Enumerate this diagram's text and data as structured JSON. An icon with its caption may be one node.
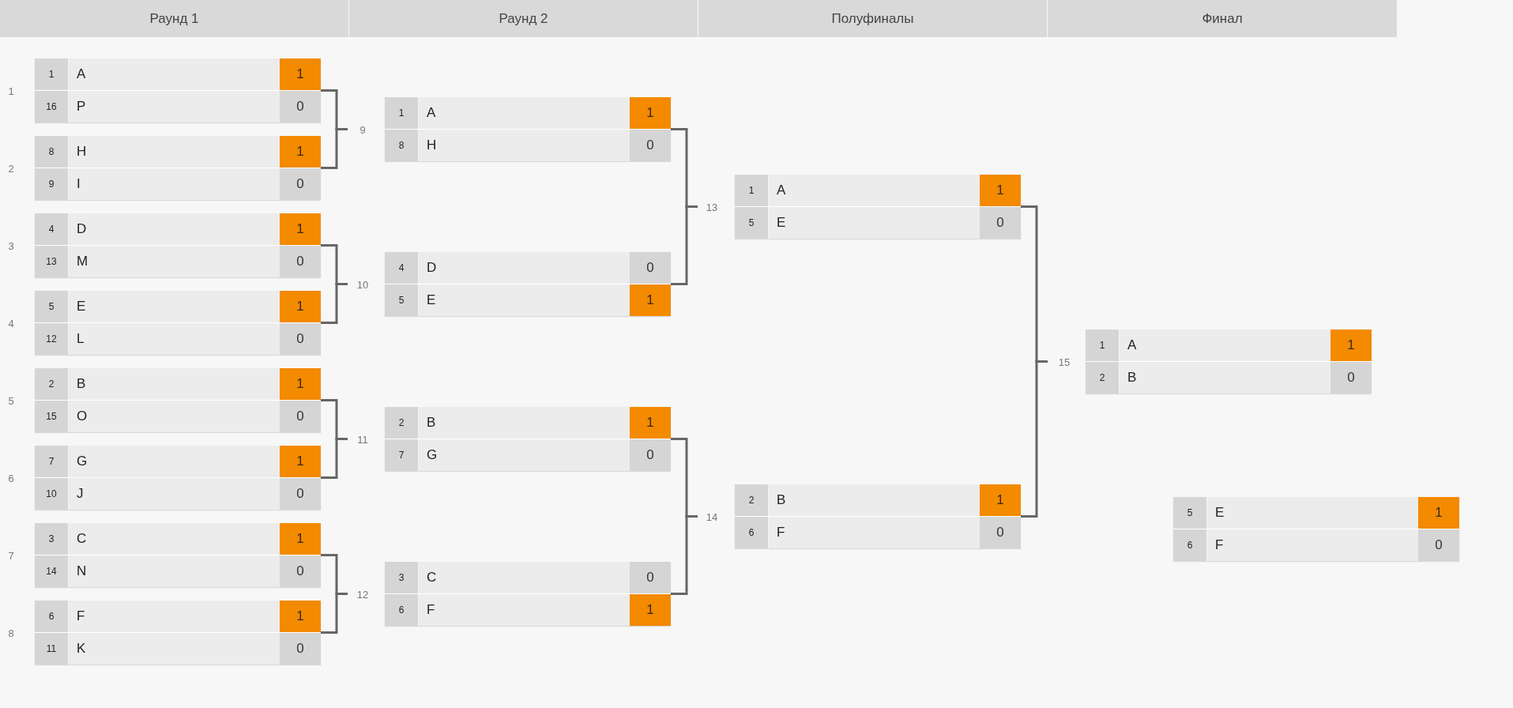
{
  "diagram": {
    "nodes": [
      {
        "text": [
          "Раунд 1"
        ]
      },
      {
        "text": [
          "Раунд 2"
        ]
      },
      {
        "text": [
          "Полуфиналы"
        ]
      },
      {
        "text": [
          "Финал"
        ]
      },
      {
        "text": [],
        "shape": "box",
        "beside": [
          "1"
        ]
      },
      {
        "text": [
          "1",
          "A",
          "1"
        ],
        "in": 4
      },
      {
        "text": [
          "16",
          "P",
          "0"
        ],
        "in": 4
      },
      {
        "text": [],
        "shape": "box",
        "beside": [
          "2"
        ]
      },
      {
        "text": [
          "8",
          "H",
          "1"
        ],
        "in": 7
      },
      {
        "text": [
          "9",
          "I",
          "0"
        ],
        "in": 7
      },
      {
        "text": [],
        "shape": "box",
        "beside": [
          "3"
        ]
      },
      {
        "text": [
          "4",
          "D",
          "1"
        ],
        "in": 10
      },
      {
        "text": [
          "13",
          "M",
          "0"
        ],
        "in": 10
      },
      {
        "text": [],
        "shape": "box",
        "beside": [
          "4"
        ]
      },
      {
        "text": [
          "5",
          "E",
          "1"
        ],
        "in": 13
      },
      {
        "text": [
          "12",
          "L",
          "0"
        ],
        "in": 13
      },
      {
        "text": [],
        "shape": "box",
        "beside": [
          "5"
        ]
      },
      {
        "text": [
          "2",
          "B",
          "1"
        ],
        "in": 16
      },
      {
        "text": [
          "15",
          "O",
          "0"
        ],
        "in": 16
      },
      {
        "text": [],
        "shape": "box",
        "beside": [
          "6"
        ]
      },
      {
        "text": [
          "7",
          "G",
          "1"
        ],
        "in": 19
      },
      {
        "text": [
          "10",
          "J",
          "0"
        ],
        "in": 19
      },
      {
        "text": [],
        "shape": "box",
        "beside": [
          "7"
        ]
      },
      {
        "text": [
          "3",
          "C",
          "1"
        ],
        "in": 22
      },
      {
        "text": [
          "14",
          "N",
          "0"
        ],
        "in": 22
      },
      {
        "text": [],
        "shape": "box",
        "beside": [
          "8"
        ]
      },
      {
        "text": [
          "6",
          "F",
          "1"
        ],
        "in": 25
      },
      {
        "text": [
          "11",
          "K",
          "0"
        ],
        "in": 25
      },
      {
        "text": [],
        "shape": "box",
        "beside": [
          "9"
        ]
      },
      {
        "text": [
          "1",
          "A",
          "1"
        ],
        "in": 28
      },
      {
        "text": [
          "8",
          "H",
          "0"
        ],
        "in": 28
      },
      {
        "text": [],
        "shape": "box",
        "beside": [
          "10"
        ]
      },
      {
        "text": [
          "4",
          "D",
          "0"
        ],
        "in": 31
      },
      {
        "text": [
          "5",
          "E",
          "1"
        ],
        "in": 31
      },
      {
        "text": [],
        "shape": "box",
        "beside": [
          "11"
        ]
      },
      {
        "text": [
          "2",
          "B",
          "1"
        ],
        "in": 34
      },
      {
        "text": [
          "7",
          "G",
          "0"
        ],
        "in": 34
      },
      {
        "text": [],
        "shape": "box",
        "beside": [
          "12"
        ]
      },
      {
        "text": [
          "3",
          "C",
          "0"
        ],
        "in": 37
      },
      {
        "text": [
          "6",
          "F",
          "1"
        ],
        "in": 37
      },
      {
        "text": [],
        "shape": "box",
        "beside": [
          "13"
        ]
      },
      {
        "text": [
          "1",
          "A",
          "1"
        ],
        "in": 40
      },
      {
        "text": [
          "5",
          "E",
          "0"
        ],
        "in": 40
      },
      {
        "text": [],
        "shape": "box",
        "beside": [
          "14"
        ]
      },
      {
        "text": [
          "2",
          "B",
          "1"
        ],
        "in": 43
      },
      {
        "text": [
          "6",
          "F",
          "0"
        ],
        "in": 43
      },
      {
        "text": [],
        "shape": "box",
        "beside": [
          "15"
        ]
      },
      {
        "text": [
          "1",
          "A",
          "1"
        ],
        "in": 46
      },
      {
        "text": [
          "2",
          "B",
          "0"
        ],
        "in": 46
      },
      {
        "text": [],
        "shape": "box"
      },
      {
        "text": [
          "5",
          "E",
          "1"
        ],
        "in": 49
      },
      {
        "text": [
          "6",
          "F",
          "0"
        ],
        "in": 49
      }
    ],
    "edges": [
      {
        "from": 4,
        "to": 28,
        "arrow": "none"
      },
      {
        "from": 7,
        "to": 28,
        "arrow": "none"
      },
      {
        "from": 10,
        "to": 31,
        "arrow": "none"
      },
      {
        "from": 13,
        "to": 31,
        "arrow": "none"
      },
      {
        "from": 16,
        "to": 34,
        "arrow": "none"
      },
      {
        "from": 19,
        "to": 34,
        "arrow": "none"
      },
      {
        "from": 22,
        "to": 37,
        "arrow": "none"
      },
      {
        "from": 25,
        "to": 37,
        "arrow": "none"
      },
      {
        "from": 28,
        "to": 40,
        "arrow": "none"
      },
      {
        "from": 31,
        "to": 40,
        "arrow": "none"
      },
      {
        "from": 34,
        "to": 43,
        "arrow": "none"
      },
      {
        "from": 37,
        "to": 43,
        "arrow": "none"
      },
      {
        "from": 40,
        "to": 46,
        "arrow": "none"
      },
      {
        "from": 43,
        "to": 46,
        "arrow": "none"
      }
    ]
  }
}
